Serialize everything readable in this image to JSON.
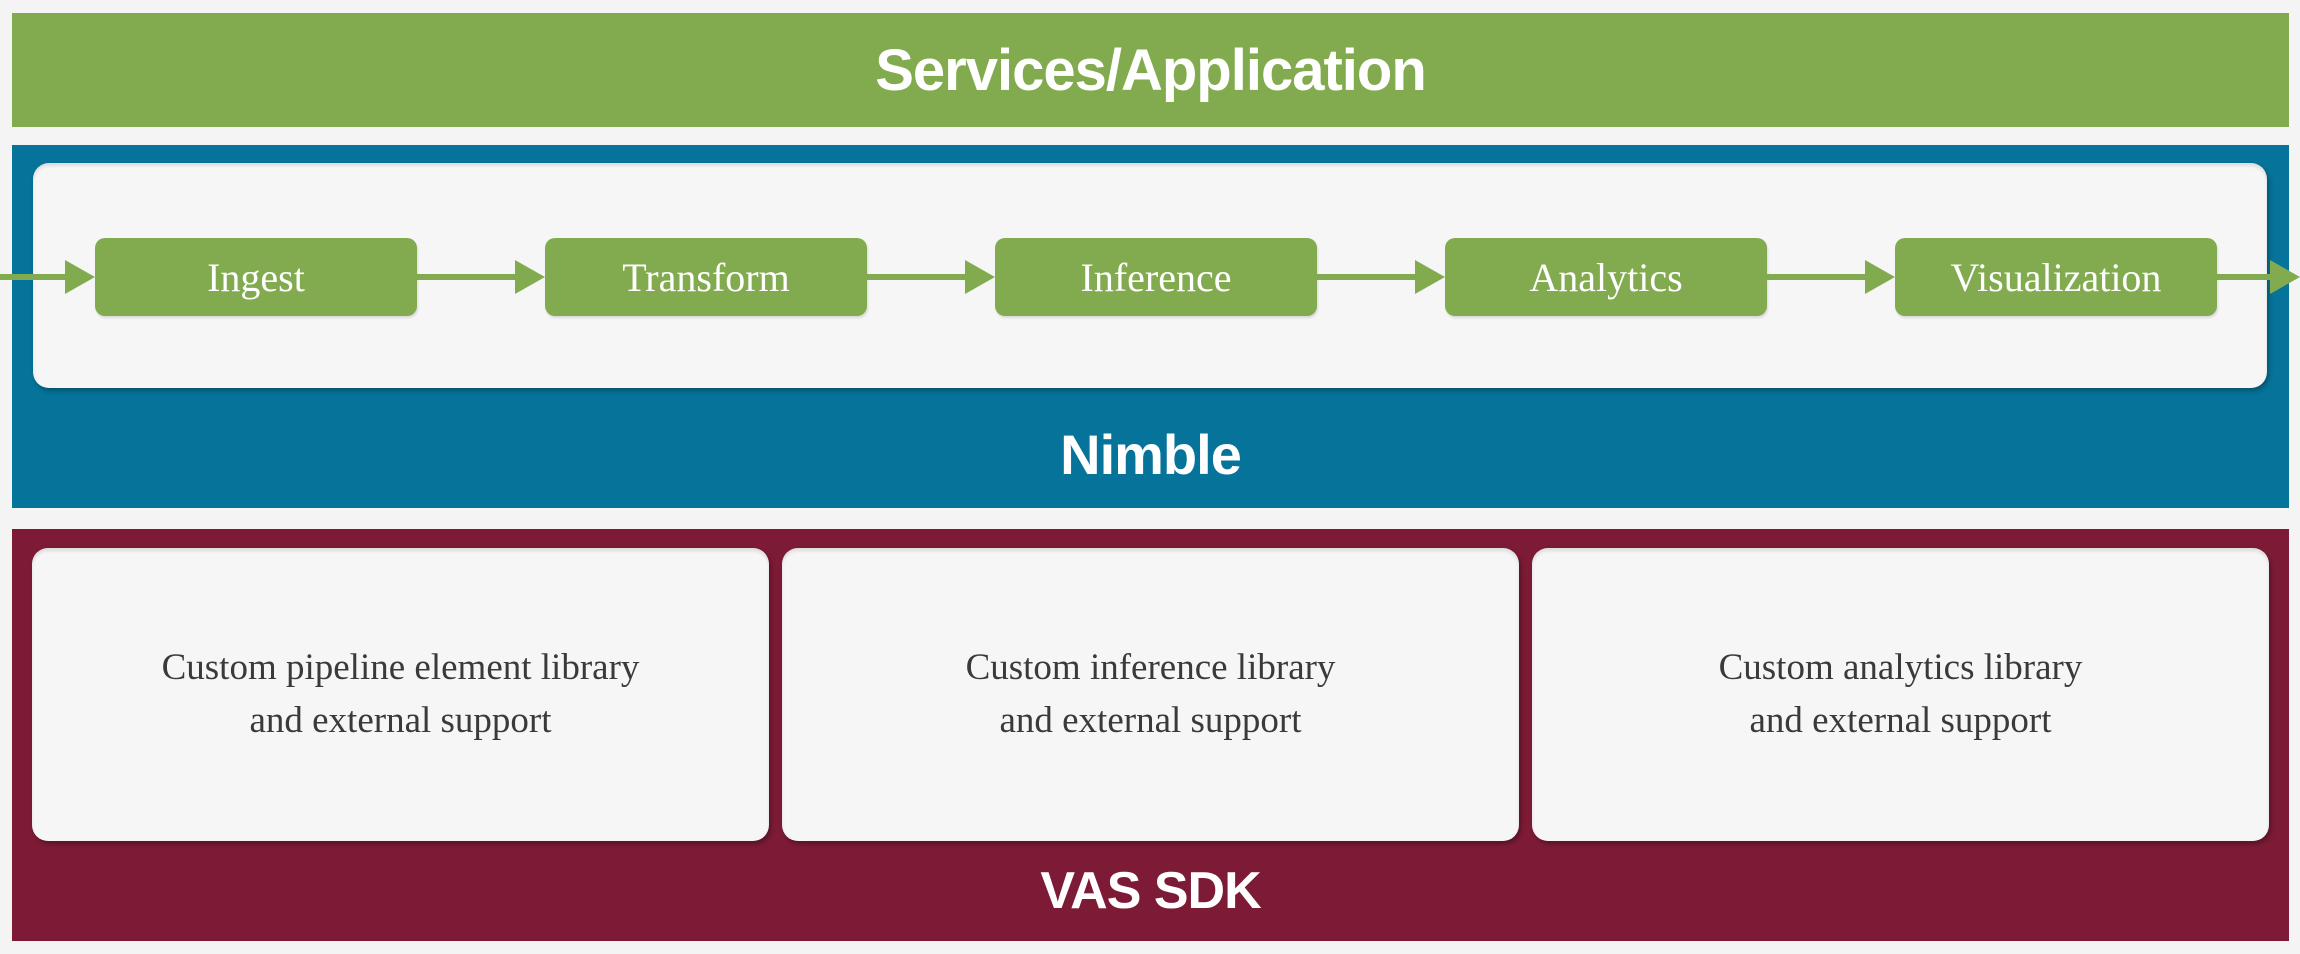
{
  "colors": {
    "green": "#82ab4f",
    "teal": "#06739a",
    "maroon": "#7d1b36",
    "background": "#f4f4f4",
    "panel": "#f6f6f6",
    "text_dark": "#3a3a3a",
    "white": "#ffffff"
  },
  "banner": {
    "title": "Services/Application"
  },
  "nimble": {
    "label": "Nimble",
    "steps": [
      {
        "label": "Ingest"
      },
      {
        "label": "Transform"
      },
      {
        "label": "Inference"
      },
      {
        "label": "Analytics"
      },
      {
        "label": "Visualization"
      }
    ]
  },
  "sdk": {
    "label": "VAS SDK",
    "boxes": [
      {
        "text": "Custom pipeline element library\nand external support"
      },
      {
        "text": "Custom inference library\nand external support"
      },
      {
        "text": "Custom analytics library\nand external support"
      }
    ]
  }
}
